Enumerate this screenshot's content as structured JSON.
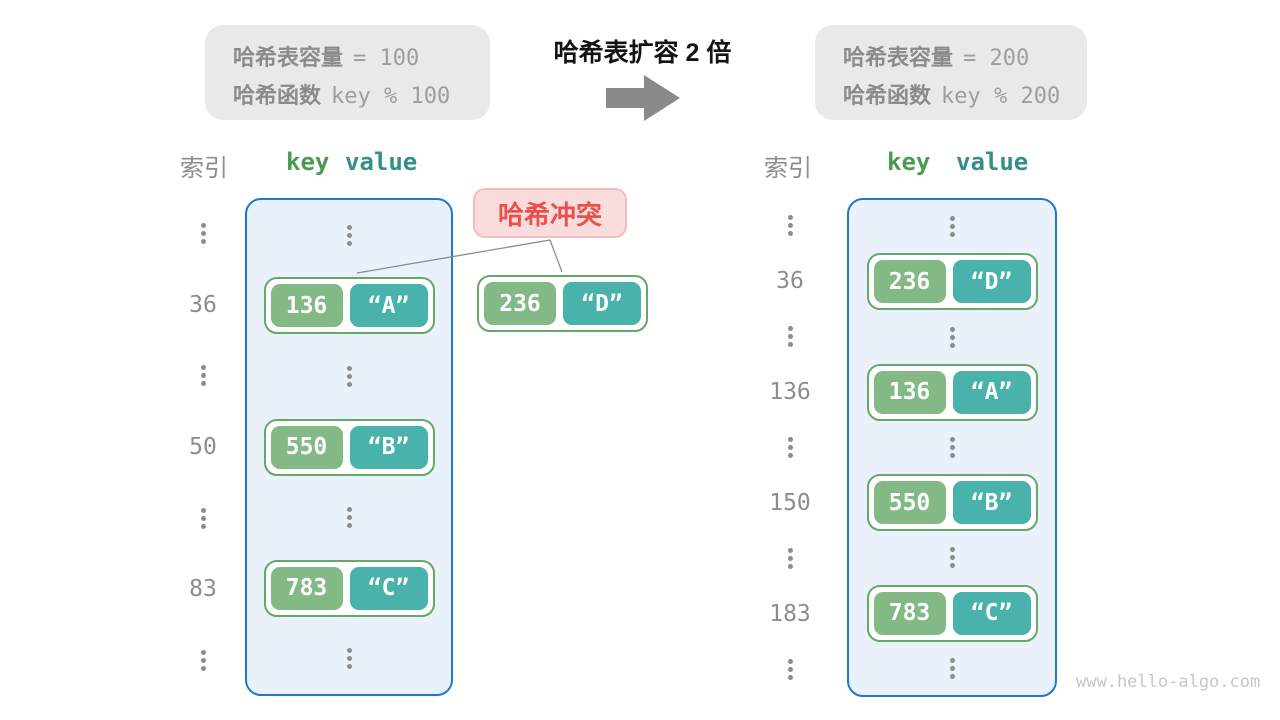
{
  "info_left": {
    "line1_label": "哈希表容量",
    "line1_value": "= 100",
    "line2_label": "哈希函数",
    "line2_value": "key % 100"
  },
  "info_right": {
    "line1_label": "哈希表容量",
    "line1_value": "= 200",
    "line2_label": "哈希函数",
    "line2_value": "key % 200"
  },
  "transition": {
    "title": "哈希表扩容 2 倍",
    "arrow_icon": "right-arrow"
  },
  "collision_label": "哈希冲突",
  "watermark": "www.hello-algo.com",
  "headers": {
    "index": "索引",
    "key": "key",
    "value": "value"
  },
  "left_table": {
    "rows": [
      {
        "type": "dots"
      },
      {
        "type": "pair",
        "index": "36",
        "key": "136",
        "value": "“A”"
      },
      {
        "type": "dots"
      },
      {
        "type": "pair",
        "index": "50",
        "key": "550",
        "value": "“B”"
      },
      {
        "type": "dots"
      },
      {
        "type": "pair",
        "index": "83",
        "key": "783",
        "value": "“C”"
      },
      {
        "type": "dots"
      }
    ]
  },
  "right_table": {
    "rows": [
      {
        "type": "dots"
      },
      {
        "type": "pair",
        "index": "36",
        "key": "236",
        "value": "“D”"
      },
      {
        "type": "dots"
      },
      {
        "type": "pair",
        "index": "136",
        "key": "136",
        "value": "“A”"
      },
      {
        "type": "dots"
      },
      {
        "type": "pair",
        "index": "150",
        "key": "550",
        "value": "“B”"
      },
      {
        "type": "dots"
      },
      {
        "type": "pair",
        "index": "183",
        "key": "783",
        "value": "“C”"
      },
      {
        "type": "dots"
      }
    ]
  },
  "floating_pair": {
    "key": "236",
    "value": "“D”"
  },
  "colors": {
    "key_green": "#83b984",
    "value_teal": "#49b2ab",
    "pair_border": "#67a767",
    "bucket_fill": "#e9f2fa",
    "bucket_border": "#2377cb",
    "collision_fill": "#fbdcdc",
    "collision_text": "#e9514f",
    "gray_text": "#8d8d8d",
    "arrow_gray": "#8a8a8a"
  }
}
